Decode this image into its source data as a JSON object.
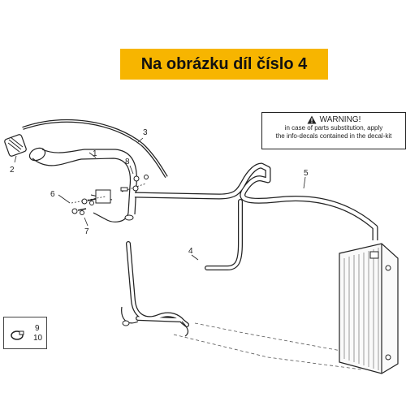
{
  "banner": {
    "text": "Na obrázku díl číslo 4",
    "color": "#f7b500"
  },
  "warning": {
    "title": "WARNING!",
    "line1": "in case of parts substitution, apply",
    "line2": "the info-decals contained in the decal-kit"
  },
  "callouts": {
    "c1": "1",
    "c2": "2",
    "c3": "3",
    "c4": "4",
    "c5": "5",
    "c6": "6",
    "c7": "7",
    "c8": "8",
    "c9": "9",
    "c10": "10"
  }
}
